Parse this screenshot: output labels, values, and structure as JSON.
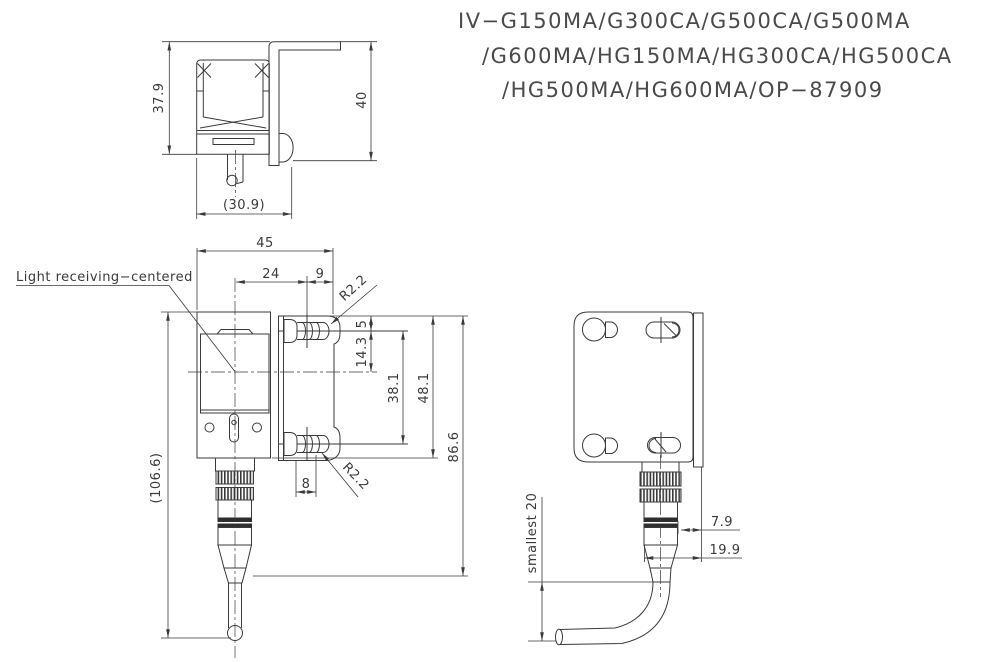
{
  "title": {
    "line1": "IV−G150MA/G300CA/G500CA/G500MA",
    "line2": "/G600MA/HG150MA/HG300CA/HG500CA",
    "line3": "/HG500MA/HG600MA/OP−87909"
  },
  "callouts": {
    "light_receiving": "Light receiving−centered"
  },
  "dims": {
    "top": {
      "height": "37.9",
      "bracket_height": "40",
      "width": "(30.9)"
    },
    "front": {
      "width": "45",
      "center_to_screw": "24",
      "screw_to_edge": "9",
      "radius_top": "R2.2",
      "radius_bottom": "R2.2",
      "edge_to_screw": "5",
      "screw_to_axis": "14.3",
      "screw_pitch": "38.1",
      "body_height": "48.1",
      "body_to_connector": "86.6",
      "screw_boss_width": "8",
      "overall_height": "(106.6)"
    },
    "side": {
      "cable_bend": "smallest 20",
      "plate_to_connector": "7.9",
      "plate_to_cable": "19.9"
    }
  },
  "colors": {
    "line": "#3a3a3a",
    "background": "#ffffff"
  }
}
